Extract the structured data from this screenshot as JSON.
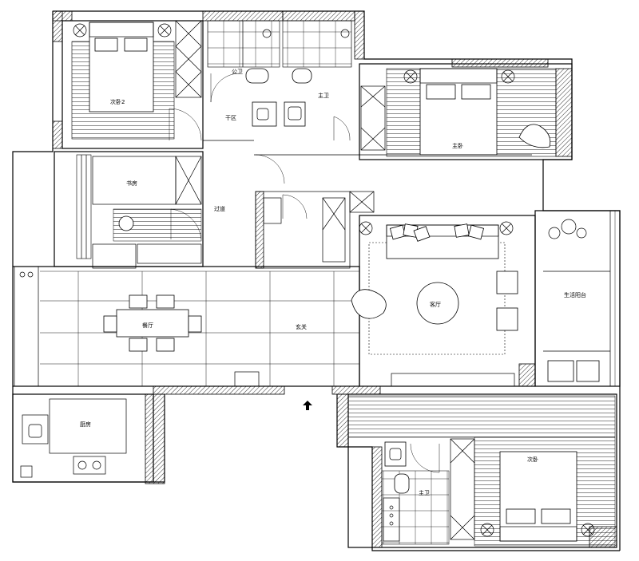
{
  "labels": {
    "bedroom2": "次卧2",
    "master_bedroom": "主卧",
    "guest_bath": "公卫",
    "master_bath": "主卫",
    "study": "书房",
    "corridor": "过道",
    "wash_area": "干区",
    "dining": "餐厅",
    "living": "客厅",
    "foyer": "玄关",
    "kitchen": "厨房",
    "balcony": "生活阳台",
    "bedroom3": "次卧",
    "ensuite": "主卫"
  }
}
